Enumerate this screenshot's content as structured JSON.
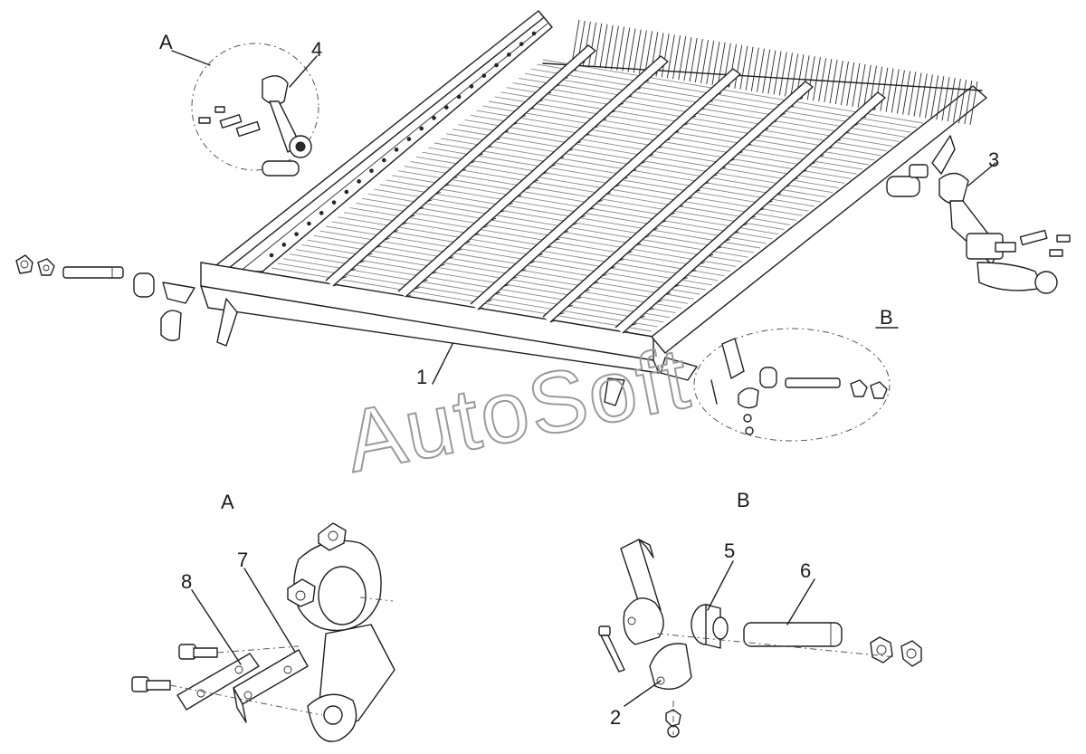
{
  "watermark": "AutoSoft",
  "callouts": {
    "A_detail": "A",
    "B_detail": "B",
    "A_section": "A",
    "B_section": "B",
    "n1": "1",
    "n2": "2",
    "n3": "3",
    "n4": "4",
    "n5": "5",
    "n6": "6",
    "n7": "7",
    "n8": "8"
  }
}
